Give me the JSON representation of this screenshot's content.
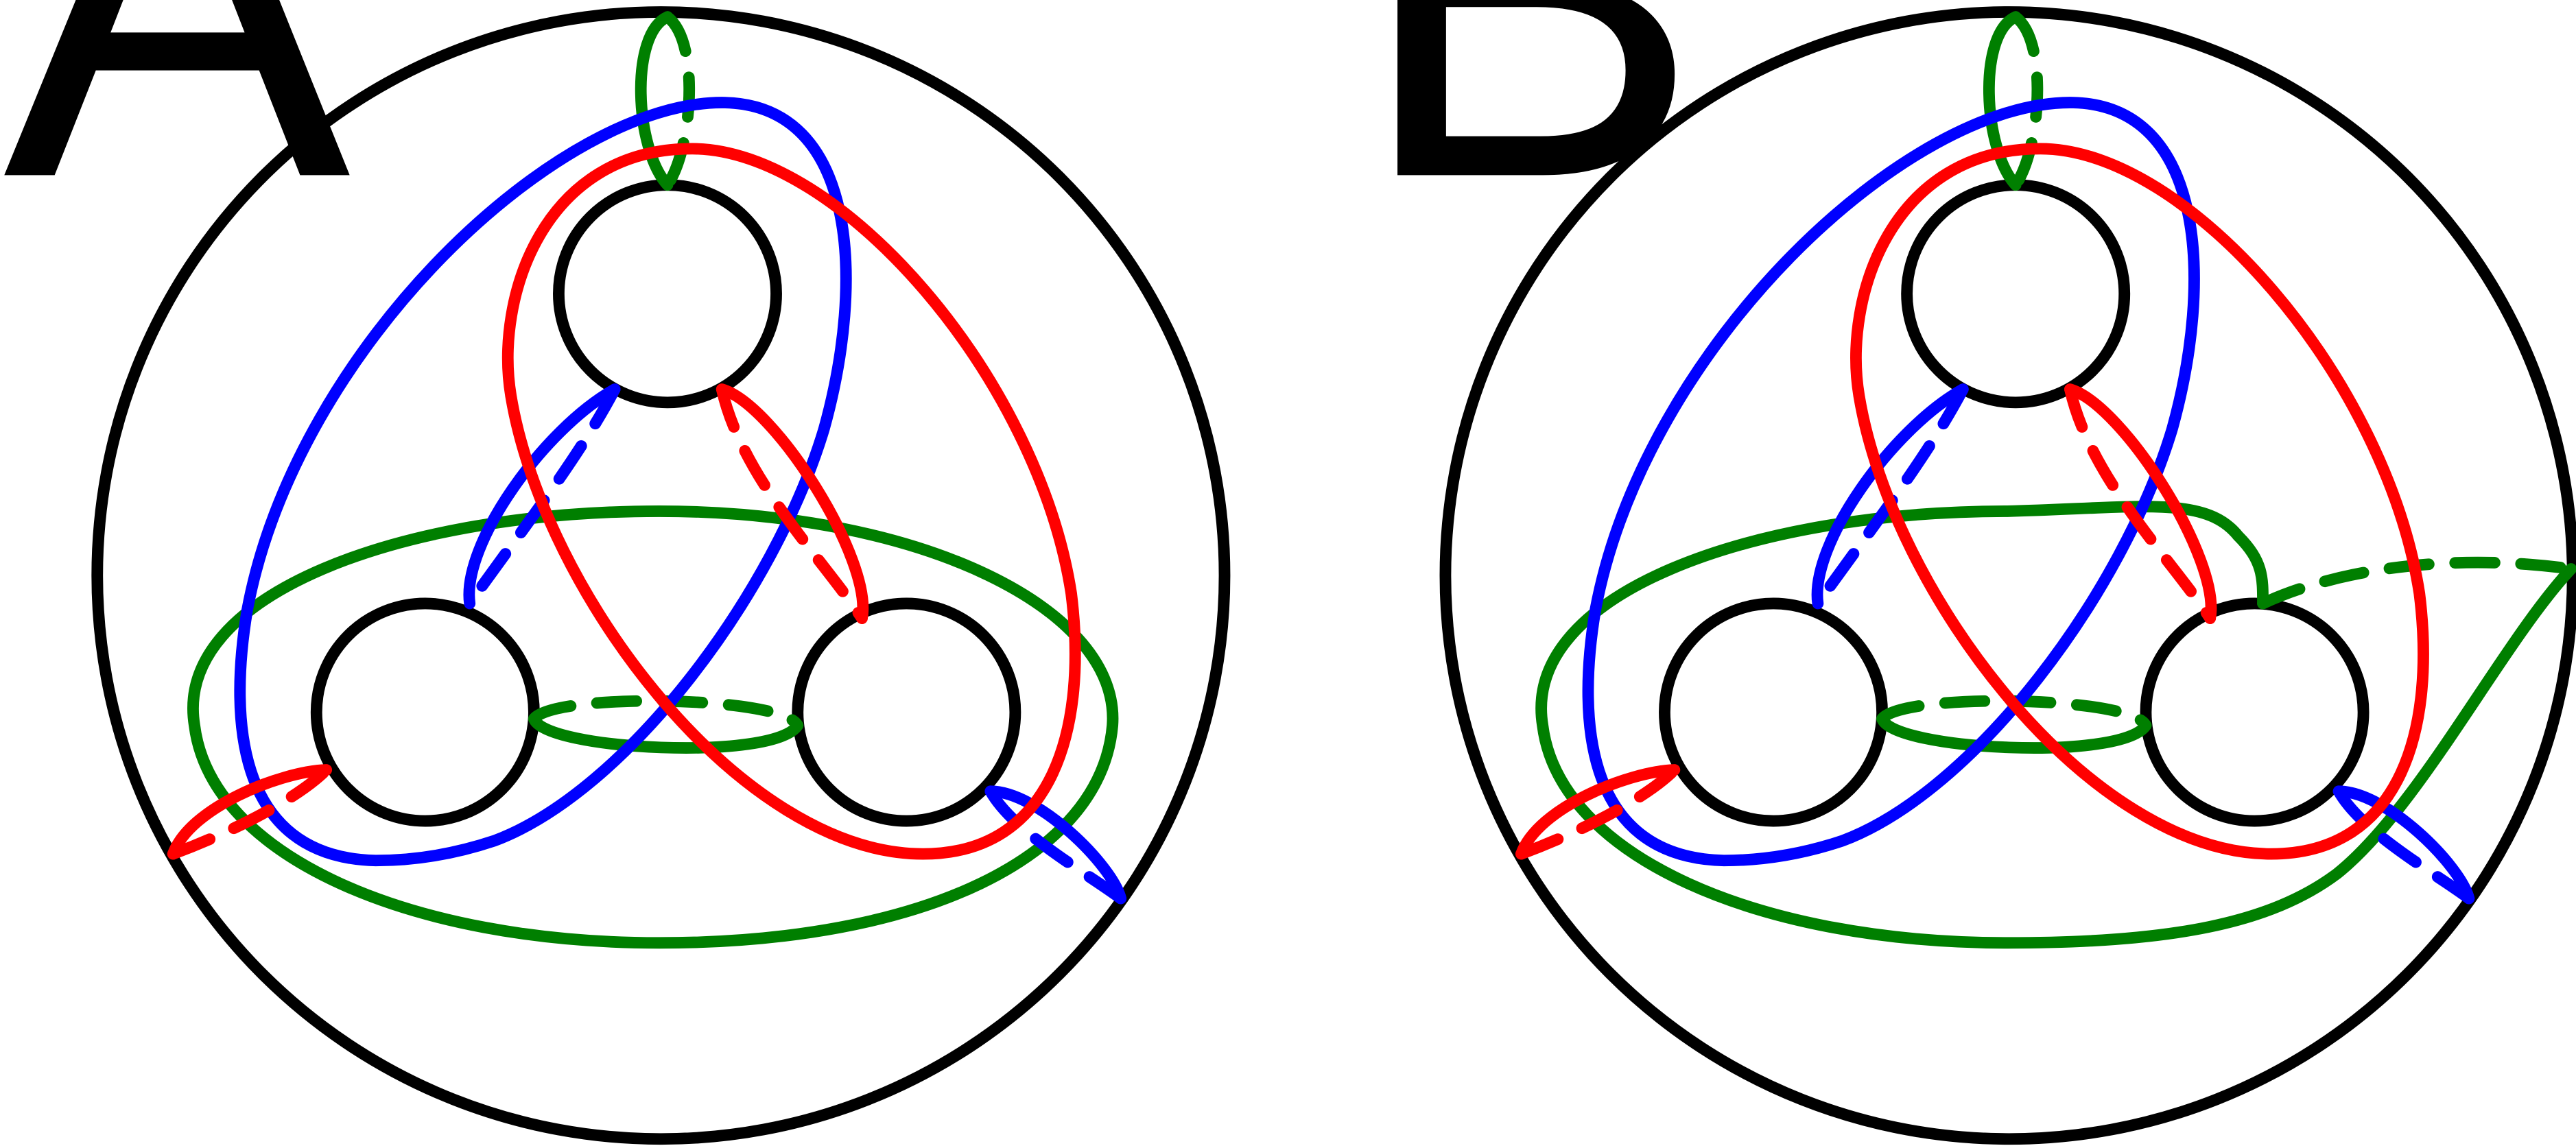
{
  "figure": {
    "panels": [
      {
        "id": "A",
        "label": "A"
      },
      {
        "id": "B",
        "label": "B"
      }
    ]
  },
  "colors": {
    "outline": "#000000",
    "red": "#ff0000",
    "blue": "#0000ff",
    "green": "#007f00"
  }
}
